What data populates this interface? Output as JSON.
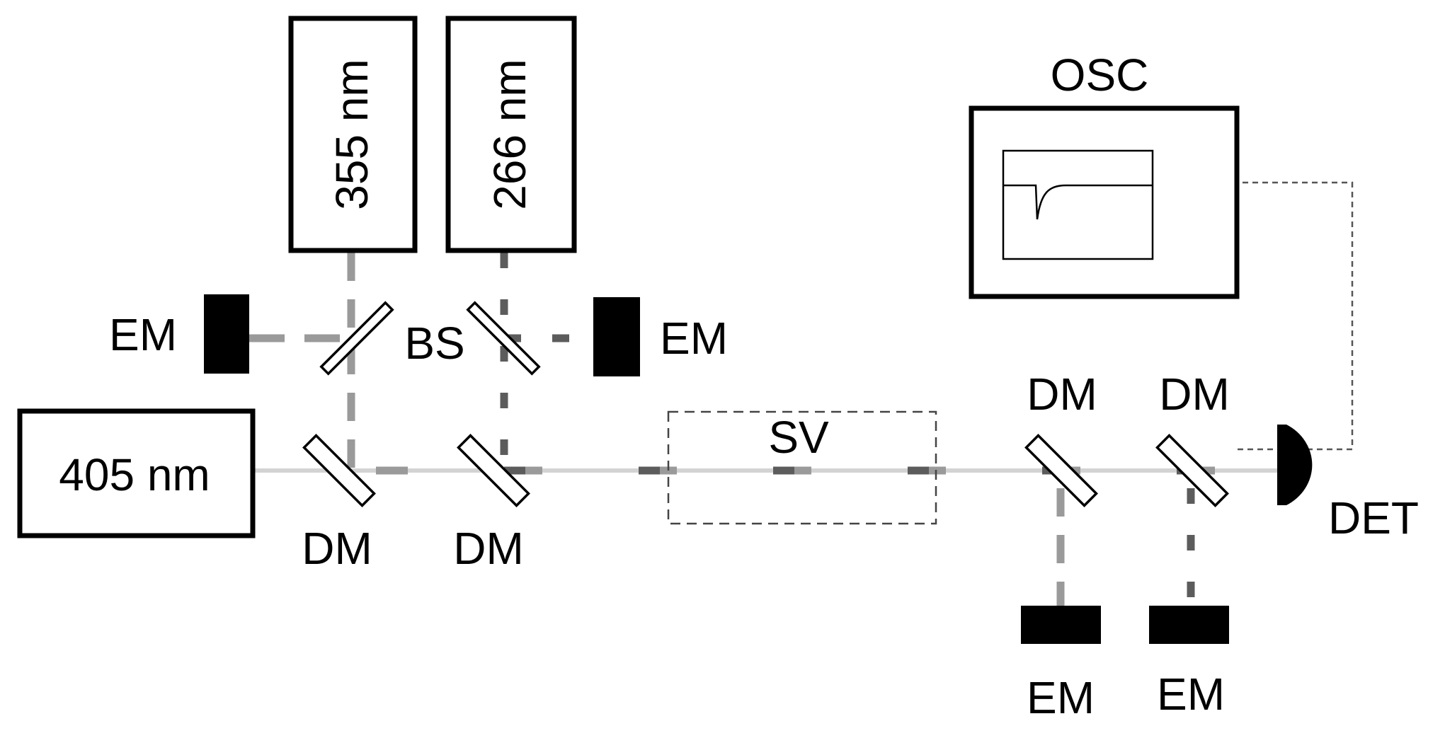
{
  "lasers": {
    "uv355": "355 nm",
    "uv266": "266 nm",
    "probe405": "405 nm"
  },
  "labels": {
    "em": "EM",
    "bs": "BS",
    "dm": "DM",
    "sv": "SV",
    "osc": "OSC",
    "det": "DET"
  },
  "colors": {
    "beam_405": "#d3d3d3",
    "beam_355": "#9a9a9a",
    "beam_266": "#5c5c5c",
    "outline": "#000000"
  }
}
